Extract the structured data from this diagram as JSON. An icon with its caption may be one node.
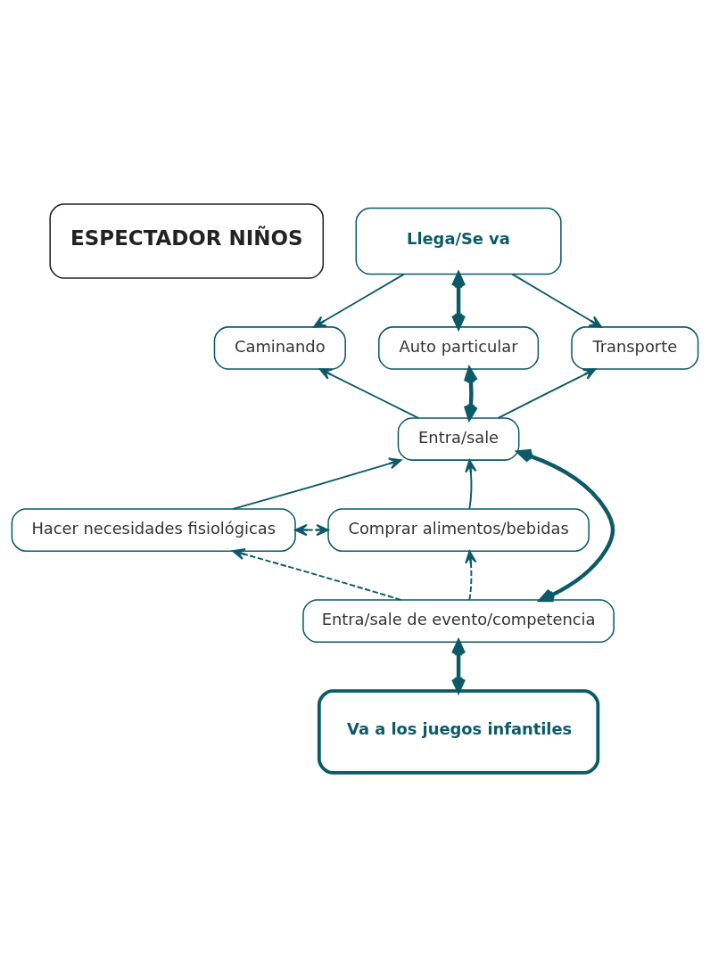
{
  "diagram": {
    "nodes": [
      {
        "text": [
          "ESPECTADOR NIÑOS"
        ]
      },
      {
        "text": [
          "Llega/Se va"
        ]
      },
      {
        "text": [
          "Caminando"
        ]
      },
      {
        "text": [
          "Auto particular"
        ]
      },
      {
        "text": [
          "Transporte"
        ]
      },
      {
        "text": [
          "Entra/sale"
        ]
      },
      {
        "text": [
          "Hacer necesidades fisiológicas"
        ]
      },
      {
        "text": [
          "Comprar alimentos/bebidas"
        ]
      },
      {
        "text": [
          "Entra/sale de evento/competencia"
        ]
      },
      {
        "text": [
          "Va a los juegos infantiles"
        ]
      }
    ],
    "edges": [
      {
        "from": 1,
        "to": 2,
        "arrow": "to"
      },
      {
        "from": 1,
        "to": 3,
        "arrow": "both",
        "style": "thick"
      },
      {
        "from": 1,
        "to": 4,
        "arrow": "to"
      },
      {
        "from": 5,
        "to": 2,
        "arrow": "to"
      },
      {
        "from": 5,
        "to": 3,
        "arrow": "both",
        "style": "thick"
      },
      {
        "from": 5,
        "to": 4,
        "arrow": "to"
      },
      {
        "from": 6,
        "to": 5,
        "arrow": "to"
      },
      {
        "from": 7,
        "to": 5,
        "arrow": "to"
      },
      {
        "from": 6,
        "to": 7,
        "arrow": "both",
        "style": "dashed"
      },
      {
        "from": 5,
        "to": 8,
        "arrow": "both",
        "style": "thick"
      },
      {
        "from": 8,
        "to": 6,
        "arrow": "to",
        "style": "dashed"
      },
      {
        "from": 8,
        "to": 7,
        "arrow": "to",
        "style": "dashed"
      },
      {
        "from": 8,
        "to": 9,
        "arrow": "both",
        "style": "thick"
      }
    ]
  }
}
